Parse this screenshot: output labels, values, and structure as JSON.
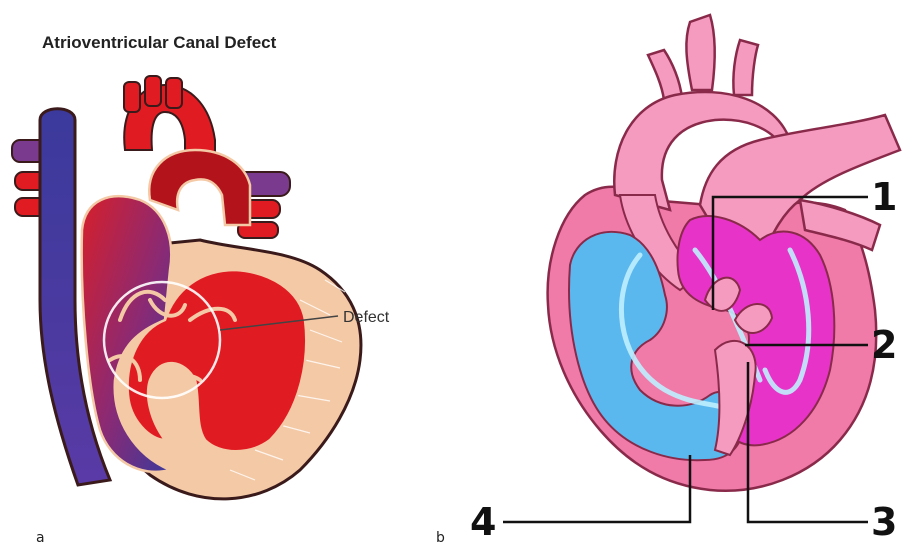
{
  "panel_a": {
    "title": "Atrioventricular Canal Defect",
    "defect_label": "Defect",
    "letter": "a"
  },
  "panel_b": {
    "letter": "b",
    "callouts": [
      "1",
      "2",
      "3",
      "4"
    ]
  },
  "colors": {
    "red": "#e11b22",
    "dark_red": "#b3141c",
    "blue": "#3b3a9c",
    "purple": "#7a3b8f",
    "skin": "#f4c9a6",
    "pink": "#f07aa8",
    "light_pink": "#f59bbf",
    "magenta": "#e833c9",
    "cyan": "#5ab8ee",
    "outline": "#3a1a1a"
  }
}
